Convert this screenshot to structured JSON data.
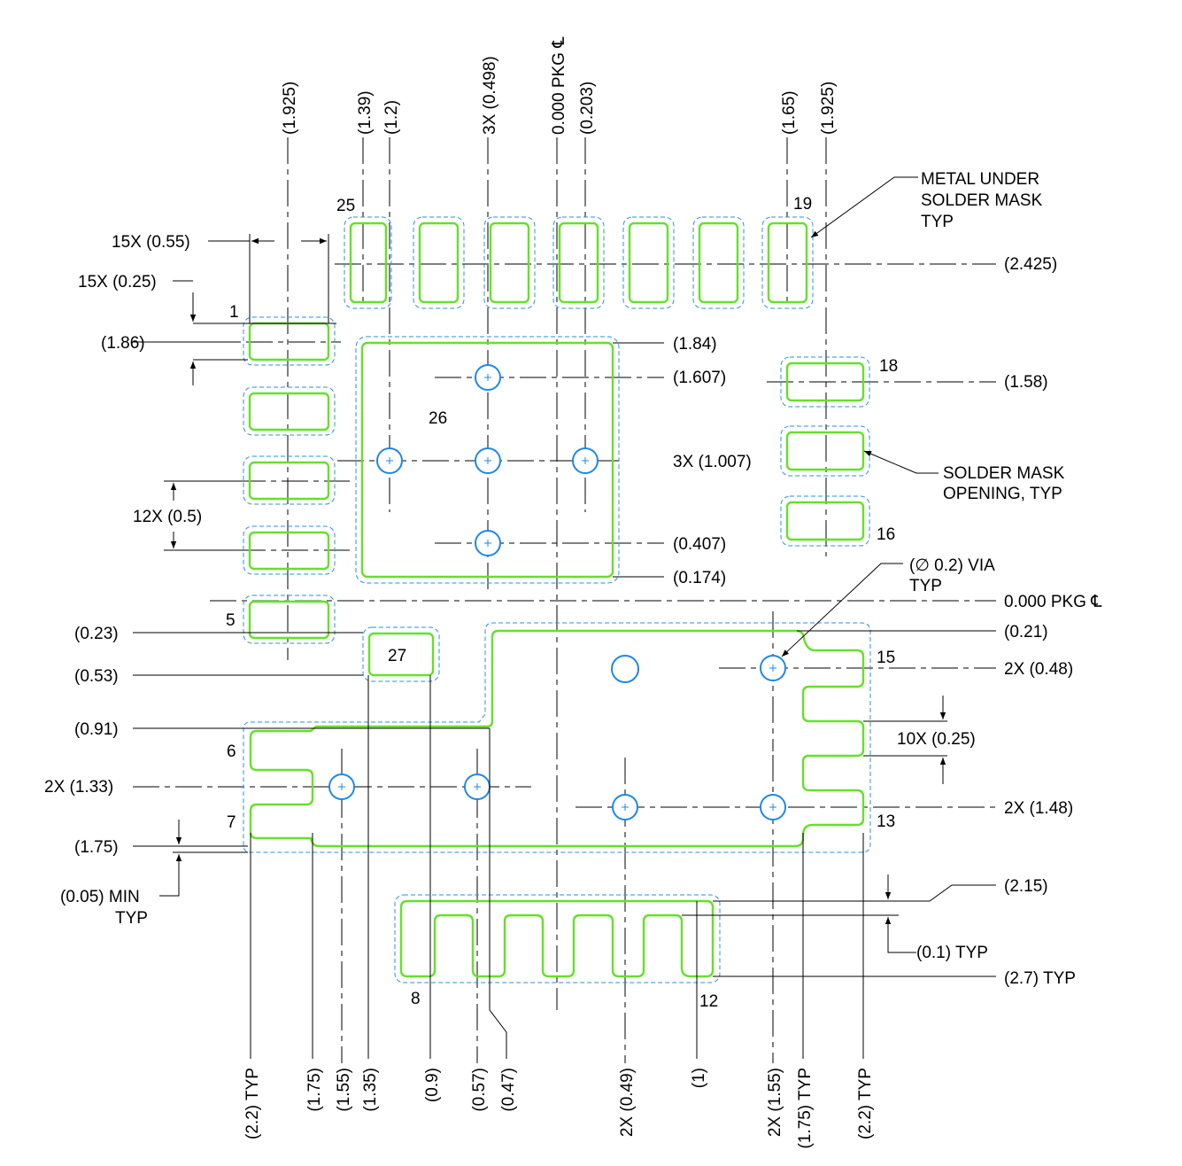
{
  "top_labels": [
    "(1.925)",
    "(1.39)",
    "(1.2)",
    "3X (0.498)",
    "0.000 PKG ℄",
    "(0.203)",
    "(1.65)",
    "(1.925)"
  ],
  "bottom_labels": [
    "(2.2) TYP",
    "(1.75)",
    "(1.55)",
    "(1.35)",
    "(0.9)",
    "(0.57)",
    "(0.47)",
    "2X (0.49)",
    "(1)",
    "2X (1.55)",
    "(1.75) TYP",
    "(2.2) TYP"
  ],
  "left_labels": {
    "n15x_055": "15X (0.55)",
    "n15x_025": "15X (0.25)",
    "y186": "(1.86)",
    "n12x_05": "12X (0.5)",
    "y023": "(0.23)",
    "y053": "(0.53)",
    "y091": "(0.91)",
    "y133": "2X (1.33)",
    "y175": "(1.75)",
    "min1": "(0.05) MIN",
    "min2": "TYP"
  },
  "right_labels": {
    "metal1": "METAL UNDER",
    "metal2": "SOLDER MASK",
    "metal3": "TYP",
    "y2425": "(2.425)",
    "y184": "(1.84)",
    "y1607": "(1.607)",
    "y158": "(1.58)",
    "y1007": "3X (1.007)",
    "smo1": "SOLDER MASK",
    "smo2": "OPENING, TYP",
    "y0407": "(0.407)",
    "y0174": "(0.174)",
    "via1": "(∅ 0.2) VIA",
    "via2": "TYP",
    "pkg": "0.000 PKG ℄",
    "y021": "(0.21)",
    "y048": "2X (0.48)",
    "n10x": "10X (0.25)",
    "y148": "2X (1.48)",
    "y215": "(2.15)",
    "y01": "(0.1) TYP",
    "y27": "(2.7) TYP"
  },
  "pin_labels": {
    "p1": "1",
    "p5": "5",
    "p6": "6",
    "p7": "7",
    "p8": "8",
    "p12": "12",
    "p13": "13",
    "p15": "15",
    "p16": "16",
    "p18": "18",
    "p19": "19",
    "p25": "25",
    "p26": "26",
    "p27": "27"
  },
  "colors": {
    "pad": "#66e02a",
    "mask": "#2b8fe0",
    "via": "#1e88e5"
  }
}
